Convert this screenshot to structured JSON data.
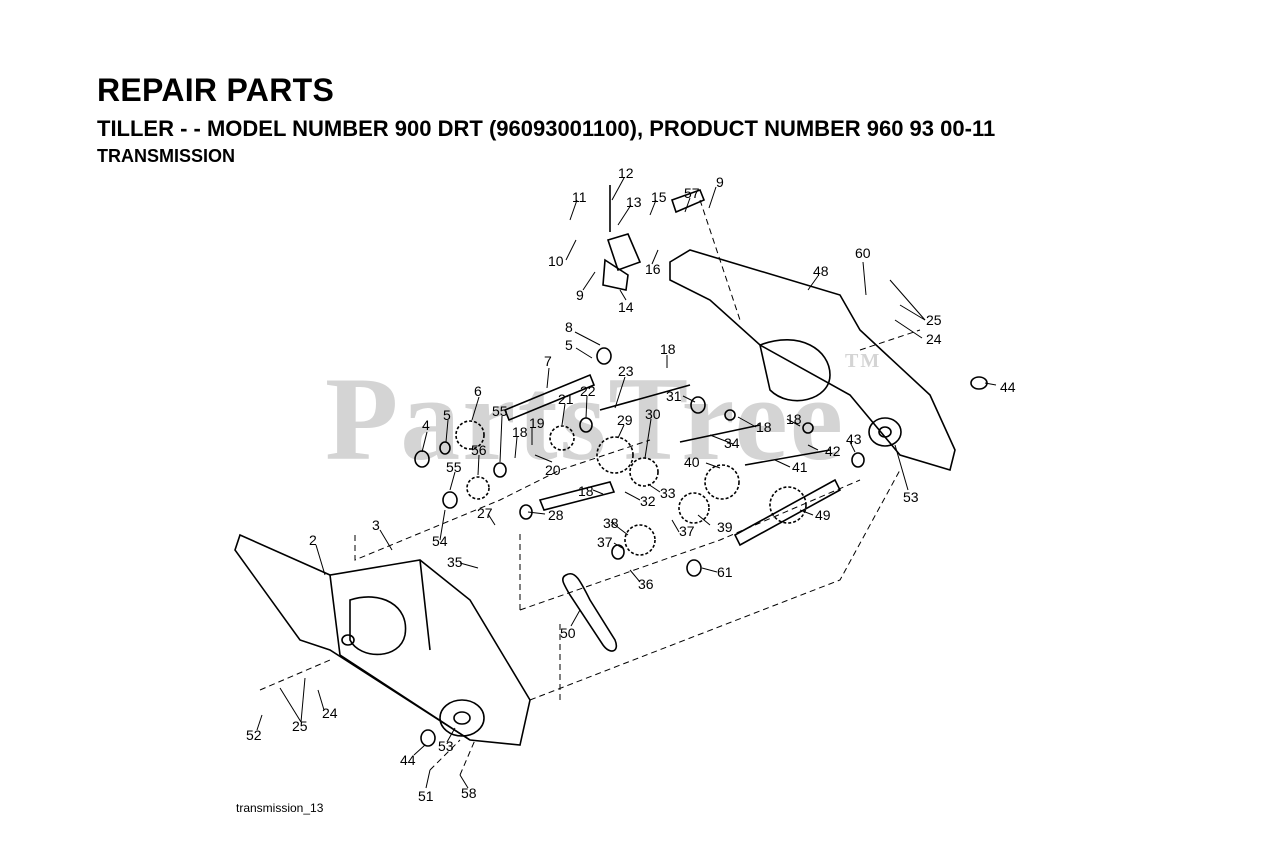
{
  "header": {
    "title": "REPAIR PARTS",
    "subtitle": "TILLER - - MODEL NUMBER 900 DRT (96093001100), PRODUCT NUMBER 960 93 00-11",
    "section": "TRANSMISSION"
  },
  "watermark": {
    "text": "PartsTree",
    "tm": "TM"
  },
  "callouts": [
    "12",
    "11",
    "13",
    "15",
    "57",
    "9",
    "10",
    "16",
    "9",
    "14",
    "60",
    "48",
    "25",
    "24",
    "8",
    "5",
    "7",
    "18",
    "44",
    "6",
    "23",
    "22",
    "31",
    "4",
    "5",
    "55",
    "18",
    "19",
    "21",
    "29",
    "30",
    "34",
    "18",
    "18",
    "42",
    "43",
    "55",
    "56",
    "20",
    "40",
    "41",
    "53",
    "18",
    "32",
    "33",
    "54",
    "27",
    "28",
    "38",
    "37",
    "39",
    "49",
    "2",
    "3",
    "37",
    "35",
    "36",
    "61",
    "50",
    "24",
    "25",
    "52",
    "44",
    "53",
    "51",
    "58"
  ],
  "footer": {
    "figure_id": "transmission_13"
  }
}
